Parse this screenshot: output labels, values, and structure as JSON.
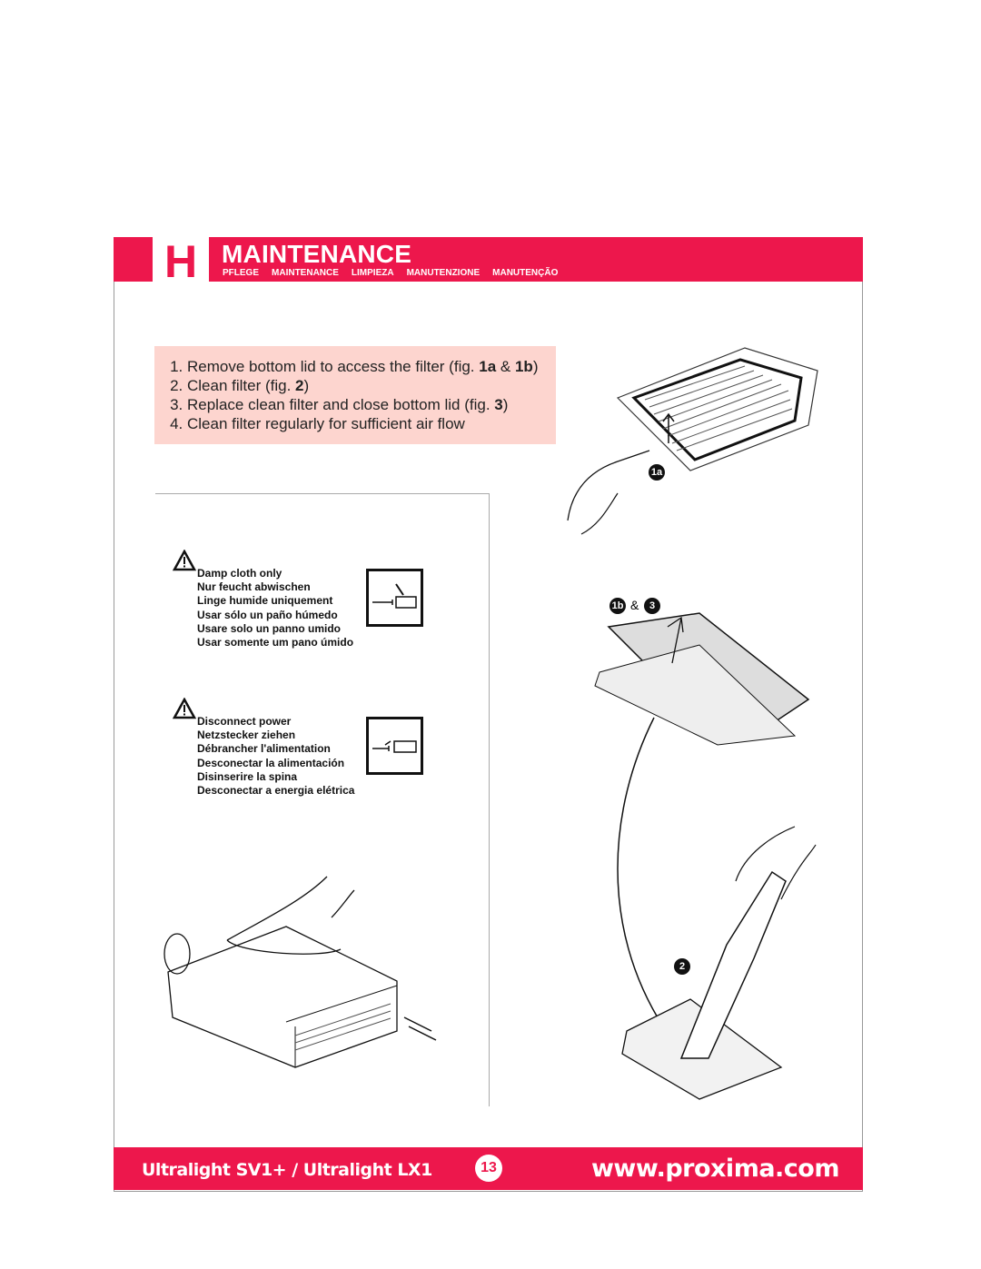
{
  "header": {
    "section_letter": "H",
    "title": "MAINTENANCE",
    "subtitles": [
      "PFLEGE",
      "MAINTENANCE",
      "LIMPIEZA",
      "MANUTENZIONE",
      "MANUTENÇÃO"
    ]
  },
  "instructions": [
    {
      "pre": "Remove bottom lid to access the filter (fig. ",
      "b1": "1a",
      "mid": " & ",
      "b2": "1b",
      "post": ")"
    },
    {
      "pre": "Clean filter (fig. ",
      "b1": "2",
      "post": ")"
    },
    {
      "pre": "Replace clean filter and close bottom lid (fig. ",
      "b1": "3",
      "post": ")"
    },
    {
      "pre": "Clean filter regularly for sufficient air flow"
    }
  ],
  "warnings": [
    {
      "icon": "warning-triangle-icon",
      "lines": [
        "Damp cloth only",
        "Nur feucht abwischen",
        "Linge humide uniquement",
        "Usar sólo un paño húmedo",
        "Usare solo un panno umido",
        "Usar somente um pano úmido"
      ]
    },
    {
      "icon": "warning-triangle-icon",
      "lines": [
        "Disconnect power",
        "Netzstecker ziehen",
        "Débrancher l'alimentation",
        "Desconectar la alimentación",
        "Disinserire la spina",
        "Desconectar a energia elétrica"
      ]
    }
  ],
  "figure_labels": {
    "fig1a": "1a",
    "fig1b": "1b",
    "amp": "&",
    "fig3": "3",
    "fig2": "2"
  },
  "footer": {
    "model": "Ultralight SV1+ / Ultralight LX1",
    "page": "13",
    "url": "www.proxima.com"
  },
  "colors": {
    "brand": "#ed174c",
    "instruction_bg": "#fdd5cf"
  }
}
